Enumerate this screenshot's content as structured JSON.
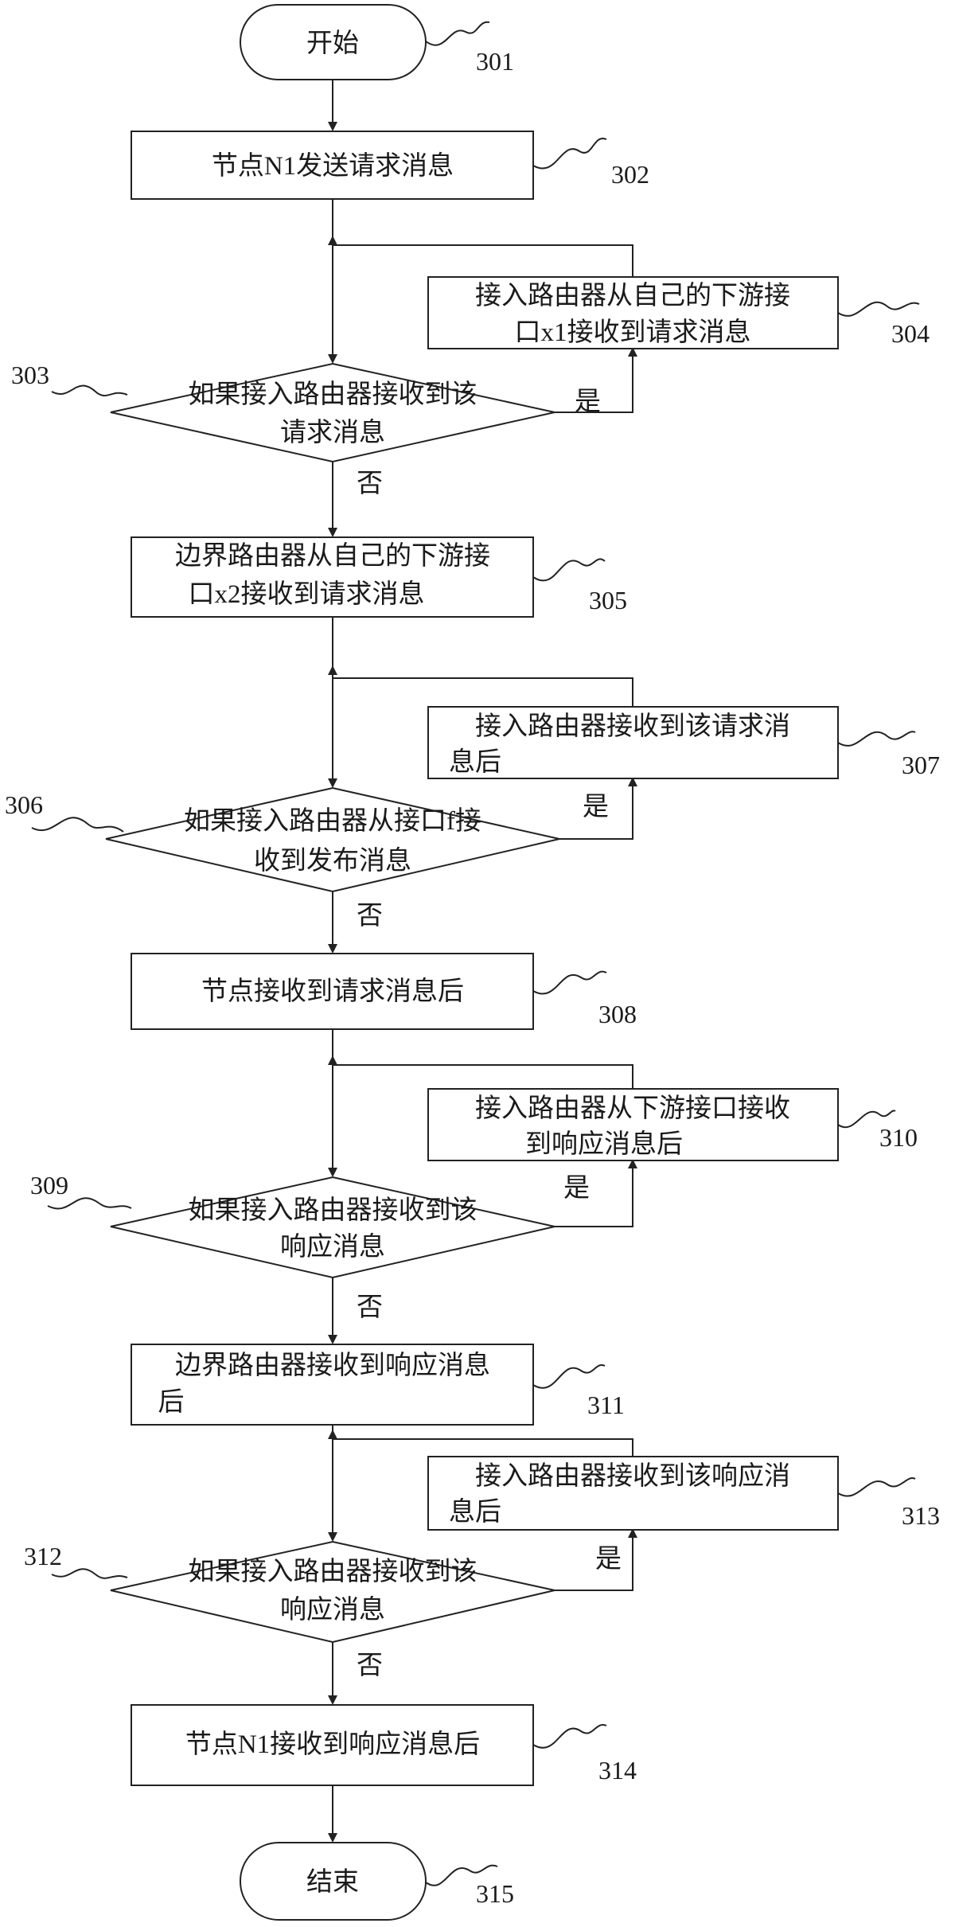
{
  "nodes": {
    "n301": {
      "text": "开始",
      "ref": "301"
    },
    "n302": {
      "text": "节点N1发送请求消息",
      "ref": "302"
    },
    "n303": {
      "line1": "如果接入路由器接收到该",
      "line2": "请求消息",
      "ref": "303"
    },
    "n304": {
      "line1": "接入路由器从自己的下游接",
      "line2": "口x1接收到请求消息",
      "ref": "304"
    },
    "n305": {
      "line1": "边界路由器从自己的下游接",
      "line2": "口x2接收到请求消息",
      "ref": "305"
    },
    "n306": {
      "line1": "如果接入路由器从接口f接",
      "line2": "收到发布消息",
      "ref": "306"
    },
    "n307": {
      "line1": "接入路由器接收到该请求消",
      "line2": "息后",
      "ref": "307"
    },
    "n308": {
      "text": "节点接收到请求消息后",
      "ref": "308"
    },
    "n309": {
      "line1": "如果接入路由器接收到该",
      "line2": "响应消息",
      "ref": "309"
    },
    "n310": {
      "line1": "接入路由器从下游接口接收",
      "line2": "到响应消息后",
      "ref": "310"
    },
    "n311": {
      "line1": "边界路由器接收到响应消息",
      "line2": "后",
      "ref": "311"
    },
    "n312": {
      "line1": "如果接入路由器接收到该",
      "line2": "响应消息",
      "ref": "312"
    },
    "n313": {
      "line1": "接入路由器接收到该响应消",
      "line2": "息后",
      "ref": "313"
    },
    "n314": {
      "text": "节点N1接收到响应消息后",
      "ref": "314"
    },
    "n315": {
      "text": "结束",
      "ref": "315"
    }
  },
  "branch_labels": {
    "yes": "是",
    "no": "否"
  }
}
